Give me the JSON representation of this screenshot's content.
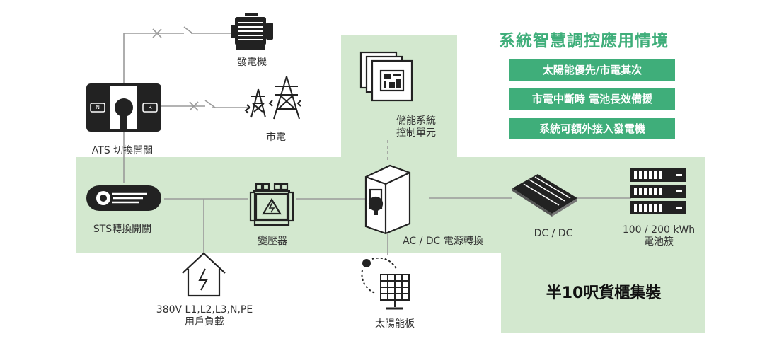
{
  "title": "系統智慧調控應用情境",
  "features": [
    "太陽能優先/市電其次",
    "市電中斷時 電池長效備援",
    "系統可額外接入發電機"
  ],
  "container_label": "半10呎貨櫃集裝",
  "nodes": {
    "generator": "發電機",
    "grid": "市電",
    "ats": "ATS 切換開關",
    "sts": "STS轉換開關",
    "transformer": "變壓器",
    "ess": "儲能系統\n控制單元",
    "acdc": "AC / DC 電源轉換",
    "dcdc": "DC / DC",
    "battery": "100 / 200 kWh\n電池簇",
    "load": "380V   L1,L2,L3,N,PE\n用戶負載",
    "solar": "太陽能板"
  },
  "ats_terminals": {
    "left": "N",
    "right": "R"
  },
  "colors": {
    "accent": "#3fae7a",
    "bg_green": "#d3e8cf",
    "icon": "#222222",
    "line": "#9a9a9a"
  }
}
